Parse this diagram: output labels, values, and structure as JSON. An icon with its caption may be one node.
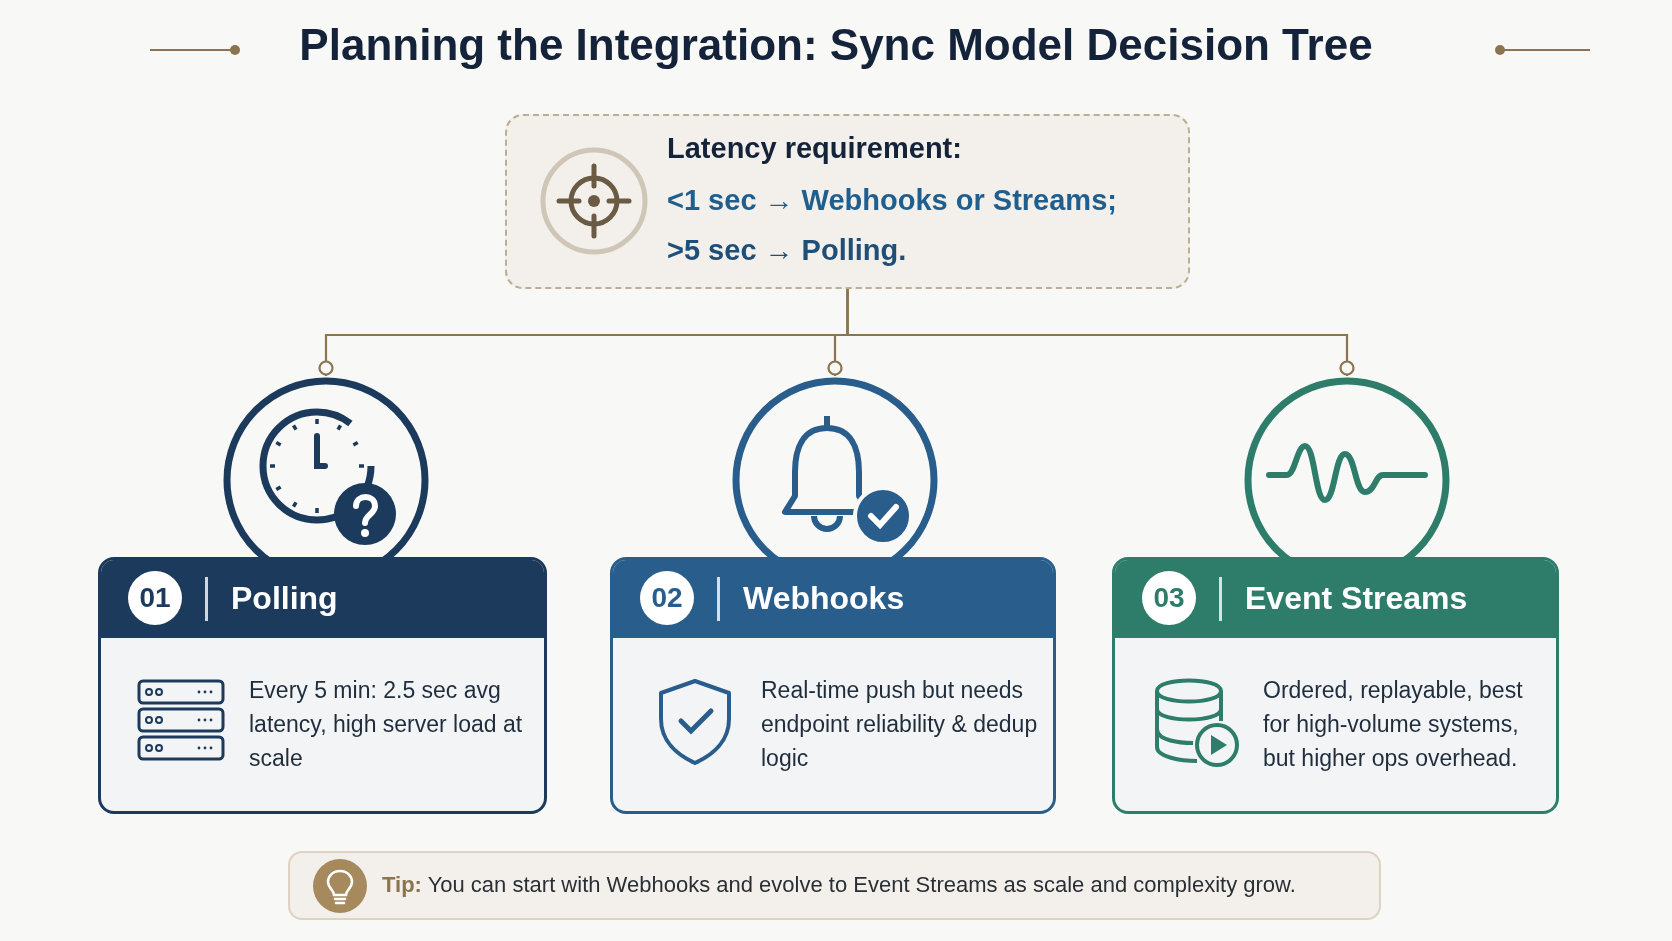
{
  "diagram": {
    "title": "Planning the Integration: Sync Model Decision Tree",
    "nodes": [
      {
        "text": [
          "Latency requirement:",
          "<1 sec → Webhooks or Streams;",
          ">5 sec → Polling."
        ]
      },
      {
        "text": [],
        "shape": "circle"
      },
      {
        "text": [],
        "shape": "circle"
      },
      {
        "text": [],
        "shape": "circle"
      },
      {
        "text": [
          "01",
          "Polling",
          "Every 5 min: 2.5 sec avg latency, high server load at scale"
        ]
      },
      {
        "text": [
          "02",
          "Webhooks",
          "Real-time push but needs endpoint reliability & dedup logic"
        ]
      },
      {
        "text": [
          "03",
          "Event Streams",
          "Ordered, replayable, best for high-volume systems, but higher ops overhead."
        ]
      },
      {
        "text": [
          "**Tip:** You can start with Webhooks and evolve to Event Streams as scale and complexity grow."
        ]
      }
    ],
    "edges": [
      {
        "from": 0,
        "to": 1,
        "arrow": "other"
      },
      {
        "from": 0,
        "to": 2,
        "arrow": "other"
      },
      {
        "from": 0,
        "to": 3,
        "arrow": "other"
      }
    ]
  }
}
